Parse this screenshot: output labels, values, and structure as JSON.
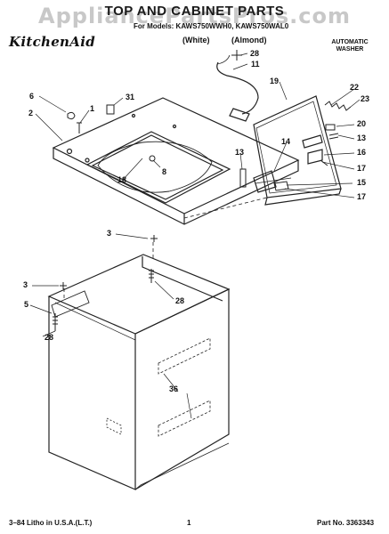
{
  "header": {
    "watermark": "AppliancePartsPros.com",
    "title": "TOP AND CABINET PARTS",
    "models": "For Models: KAWS750WWH0, KAWS750WAL0",
    "color_white": "(White)",
    "color_almond": "(Almond)",
    "brand": "KitchenAid",
    "product": [
      "AUTOMATIC",
      "WASHER"
    ]
  },
  "callouts": {
    "c28a": "28",
    "c11": "11",
    "c31": "31",
    "c6": "6",
    "c1": "1",
    "c2": "2",
    "c19": "19",
    "c22": "22",
    "c23": "23",
    "c20": "20",
    "c13a": "13",
    "c16": "16",
    "c14": "14",
    "c13b": "13",
    "c17a": "17",
    "c15": "15",
    "c17b": "17",
    "c18": "18",
    "c8": "8",
    "c3a": "3",
    "c3b": "3",
    "c28b": "28",
    "c5": "5",
    "c28c": "28",
    "c36": "36"
  },
  "footer": {
    "litho": "3–84 Litho in U.S.A.(L.T.)",
    "page": "1",
    "part_no": "Part No. 3363343"
  }
}
